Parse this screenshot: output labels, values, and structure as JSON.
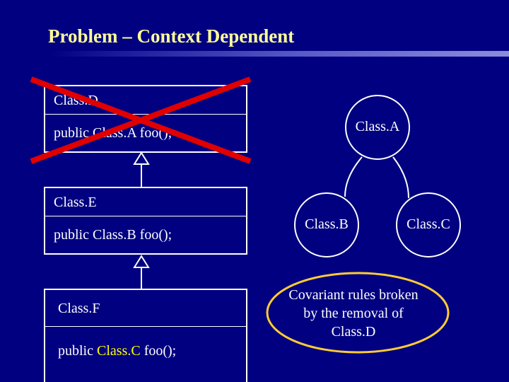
{
  "title": "Problem – Context Dependent",
  "class_d": {
    "name": "Class.D",
    "method": "public Class.A foo();"
  },
  "class_e": {
    "name": "Class.E",
    "method": "public Class.B foo();"
  },
  "class_f": {
    "name": "Class.F",
    "method_prefix": "public ",
    "method_type": "Class.C",
    "method_suffix": " foo();"
  },
  "graph": {
    "node_a": "Class.A",
    "node_b": "Class.B",
    "node_c": "Class.C"
  },
  "callout": {
    "line1": "Covariant rules broken",
    "line2": "by the removal of",
    "line3": "Class.D"
  },
  "colors": {
    "background": "#000080",
    "title": "#ffff99",
    "cross": "#e00000",
    "callout_border": "#ffcc33",
    "highlight": "#ffff00"
  }
}
